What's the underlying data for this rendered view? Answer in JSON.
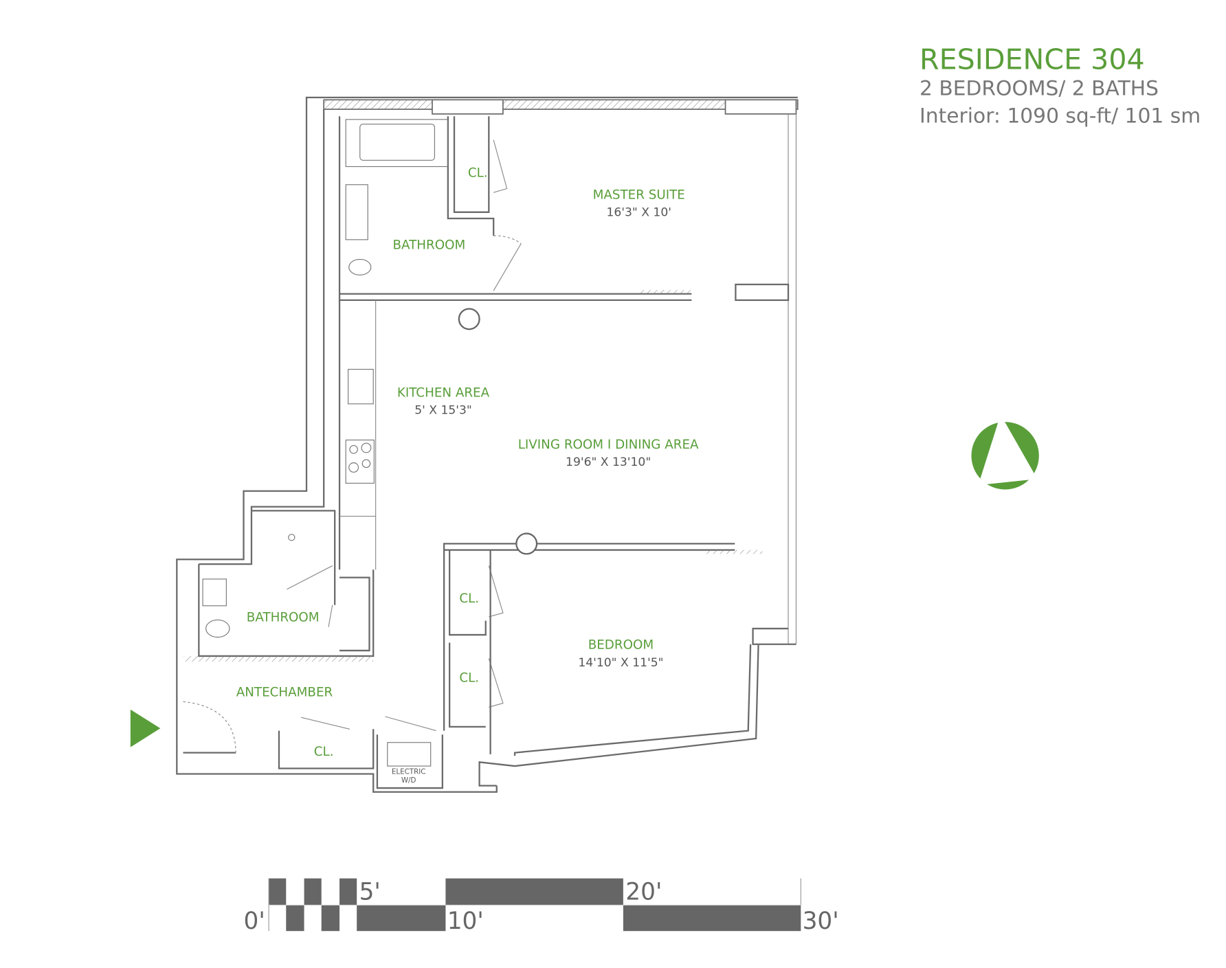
{
  "header": {
    "title": "RESIDENCE 304",
    "layout": "2 BEDROOMS/ 2 BATHS",
    "interior": "Interior: 1090 sq-ft/ 101 sm"
  },
  "rooms": {
    "master_suite": {
      "name": "MASTER SUITE",
      "dims": "16'3\" X 10'"
    },
    "master_closet": {
      "name": "CL."
    },
    "master_bathroom": {
      "name": "BATHROOM"
    },
    "kitchen": {
      "name": "KITCHEN AREA",
      "dims": "5' X 15'3\""
    },
    "living": {
      "name": "LIVING ROOM I DINING AREA",
      "dims": "19'6\" X 13'10\""
    },
    "bathroom2": {
      "name": "BATHROOM"
    },
    "antechamber": {
      "name": "ANTECHAMBER"
    },
    "ante_closet": {
      "name": "CL."
    },
    "bedroom_closet1": {
      "name": "CL."
    },
    "bedroom_closet2": {
      "name": "CL."
    },
    "bedroom": {
      "name": "BEDROOM",
      "dims": "14'10\" X 11'5\""
    },
    "laundry": {
      "line1": "ELECTRIC",
      "line2": "W/D"
    }
  },
  "scale_bar": {
    "labels": [
      "0'",
      "5'",
      "10'",
      "20'",
      "30'"
    ]
  },
  "icons": {
    "compass": "north-compass-icon",
    "entry": "entry-arrow-icon"
  },
  "colors": {
    "accent": "#5a9e3a",
    "scale": "#666666"
  }
}
